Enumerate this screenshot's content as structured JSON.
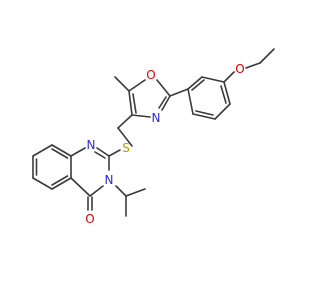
{
  "colors": {
    "bond": "#3a3a3a",
    "carbon": "#3a3a3a",
    "nitrogen": "#2b2bd6",
    "oxygen": "#e00000",
    "sulfur": "#b3a100"
  },
  "atoms": {
    "s1": {
      "label": "S",
      "element": "sulfur"
    },
    "n1": {
      "label": "N",
      "element": "nitrogen"
    },
    "n3": {
      "label": "N",
      "element": "nitrogen"
    },
    "o4": {
      "label": "O",
      "element": "oxygen"
    },
    "oxazole_o": {
      "label": "O",
      "element": "oxygen"
    },
    "oxazole_n": {
      "label": "N",
      "element": "nitrogen"
    },
    "ether_o": {
      "label": "O",
      "element": "oxygen"
    }
  }
}
